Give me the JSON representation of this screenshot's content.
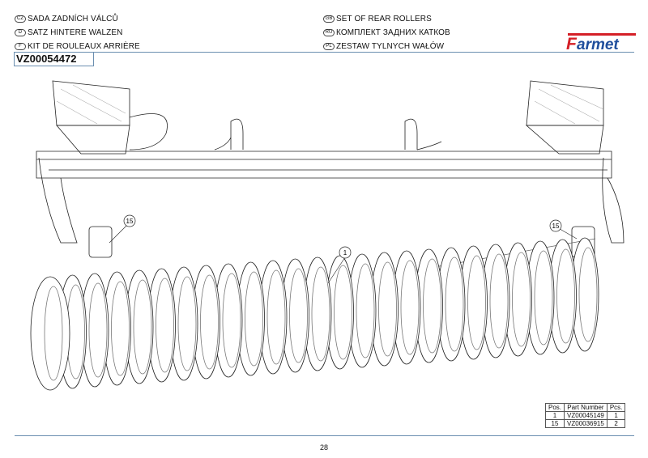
{
  "header": {
    "titles": [
      {
        "lang": "CZ",
        "text": "SADA ZADNÍCH VÁLCŮ"
      },
      {
        "lang": "D",
        "text": "SATZ HINTERE WALZEN"
      },
      {
        "lang": "F",
        "text": "KIT DE ROULEAUX ARRIÈRE"
      },
      {
        "lang": "GB",
        "text": "SET OF REAR ROLLERS"
      },
      {
        "lang": "RU",
        "text": "КОМПЛЕКТ ЗАДНИХ КАТКОВ"
      },
      {
        "lang": "PL",
        "text": "ZESTAW TYLNYCH WAŁÓW"
      }
    ],
    "part_number": "VZ00054472",
    "logo_text": "Farmet"
  },
  "callouts": [
    "15",
    "15",
    "1"
  ],
  "parts_table": {
    "headers": [
      "Pos.",
      "Part Number",
      "Pcs."
    ],
    "rows": [
      {
        "pos": "1",
        "part": "VZ00045149",
        "pcs": "1"
      },
      {
        "pos": "15",
        "part": "VZ00036915",
        "pcs": "2"
      }
    ]
  },
  "footer": {
    "page_number": "28"
  },
  "colors": {
    "rule": "#6b8fb0",
    "logo_red": "#d42027",
    "logo_blue": "#1f4e9c"
  }
}
